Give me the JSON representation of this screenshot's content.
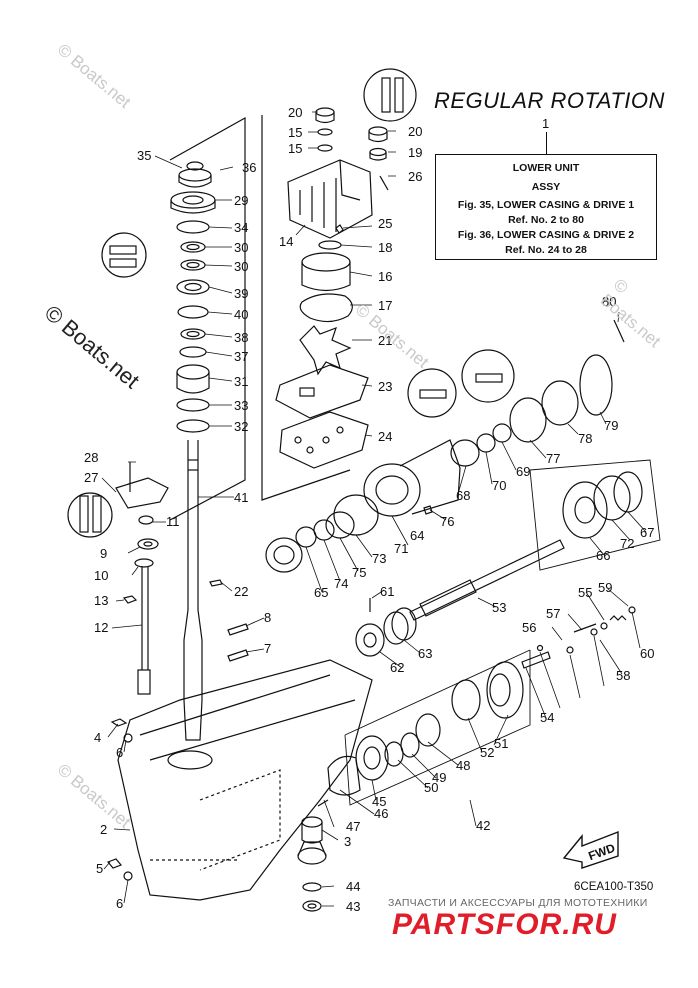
{
  "title": "REGULAR ROTATION",
  "info_box": {
    "ref": "1",
    "line1": "LOWER UNIT",
    "line2": "ASSY",
    "line3": "Fig. 35, LOWER CASING & DRIVE 1",
    "line4": "Ref. No. 2 to 80",
    "line5": "Fig. 36, LOWER CASING & DRIVE 2",
    "line6": "Ref. No. 24 to 28"
  },
  "part_code": "6CEA100-T350",
  "fwd_label": "FWD",
  "watermark": "© Boats.net",
  "shop": {
    "subtitle": "ЗАПЧАСТИ И АКСЕССУАРЫ ДЛЯ МОТОТЕХНИКИ",
    "logo": "PARTSFOR.RU"
  },
  "callouts": [
    "20",
    "15",
    "15",
    "20",
    "19",
    "26",
    "35",
    "36",
    "29",
    "34",
    "30",
    "30",
    "39",
    "40",
    "38",
    "37",
    "31",
    "33",
    "32",
    "14",
    "25",
    "18",
    "16",
    "17",
    "21",
    "23",
    "24",
    "80",
    "79",
    "78",
    "77",
    "69",
    "70",
    "68",
    "76",
    "64",
    "71",
    "73",
    "75",
    "74",
    "65",
    "67",
    "72",
    "66",
    "41",
    "28",
    "27",
    "11",
    "9",
    "10",
    "13",
    "12",
    "22",
    "8",
    "7",
    "61",
    "63",
    "62",
    "53",
    "59",
    "55",
    "60",
    "58",
    "57",
    "56",
    "54",
    "4",
    "6",
    "2",
    "5",
    "6",
    "47",
    "3",
    "44",
    "43",
    "45",
    "46",
    "50",
    "49",
    "48",
    "52",
    "51",
    "42"
  ],
  "colors": {
    "line": "#111111",
    "shop_red": "#e11d2a",
    "watermark": "#c9c9c9"
  }
}
